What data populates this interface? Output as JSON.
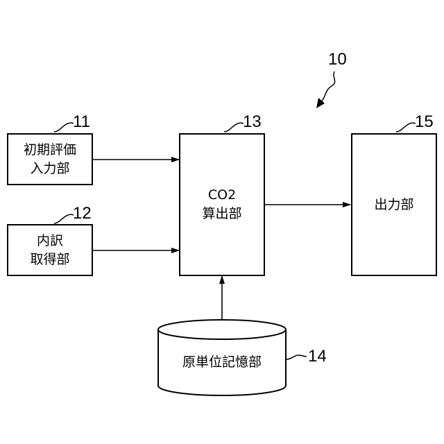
{
  "diagram": {
    "ref_system": "10",
    "blocks": [
      {
        "id": "11",
        "lines": [
          "初期評価",
          "入力部"
        ]
      },
      {
        "id": "12",
        "lines": [
          "内訳",
          "取得部"
        ]
      },
      {
        "id": "13",
        "lines": [
          "CO2",
          "算出部"
        ]
      },
      {
        "id": "14",
        "lines": [
          "原単位記憶部"
        ]
      },
      {
        "id": "15",
        "lines": [
          "出力部"
        ]
      }
    ]
  }
}
